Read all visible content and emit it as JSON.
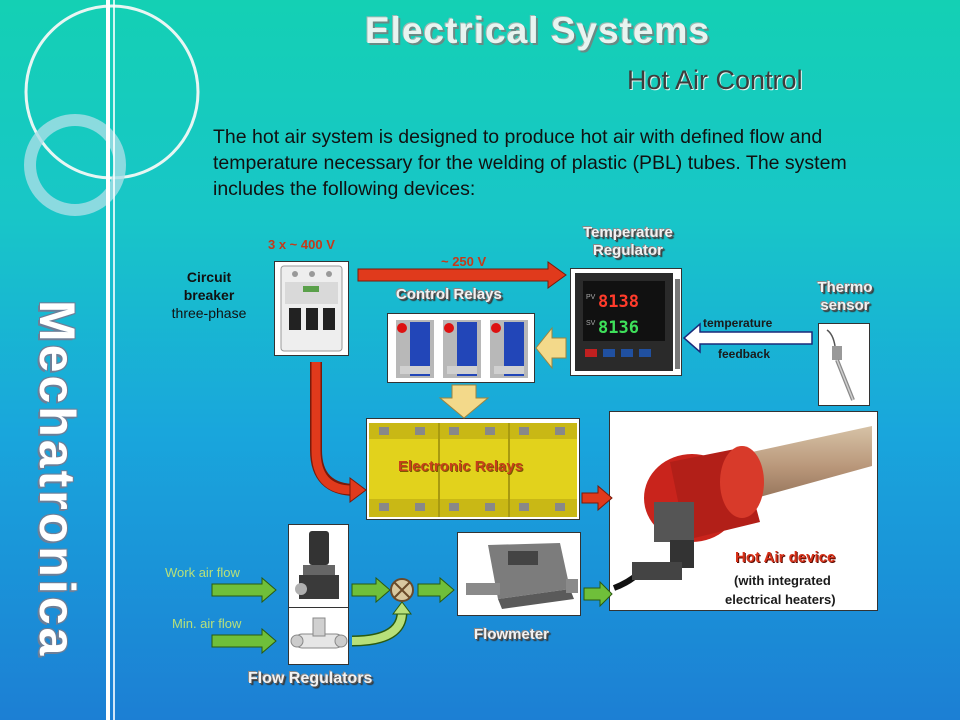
{
  "slide": {
    "title": "Electrical Systems",
    "subtitle": "Hot Air Control",
    "intro": "The hot air system is designed to produce hot air with defined flow and temperature necessary for the welding of plastic (PBL) tubes. The system includes the following devices:",
    "side_label": "Mechatronica"
  },
  "diagram": {
    "supply_voltage": "3 x ~ 400 V",
    "relay_voltage": "~ 250 V",
    "circuit_breaker": {
      "line1": "Circuit",
      "line2": "breaker",
      "line3": "three-phase"
    },
    "temperature_regulator": {
      "line1": "Temperature",
      "line2": "Regulator",
      "pv": "8138",
      "sv": "8136"
    },
    "control_relays": "Control Relays",
    "thermo_sensor": {
      "line1": "Thermo",
      "line2": "sensor"
    },
    "feedback": {
      "line1": "temperature",
      "line2": "feedback"
    },
    "electronic_relays": "Electronic Relays",
    "hot_air_device": {
      "title": "Hot  Air device",
      "line1": "(with integrated",
      "line2": "electrical heaters)"
    },
    "work_air_flow": "Work air flow",
    "min_air_flow": "Min. air flow",
    "flowmeter": "Flowmeter",
    "flow_regulators": "Flow Regulators"
  },
  "colors": {
    "arrow_red": "#e03a1c",
    "arrow_green": "#6fbf3a",
    "arrow_yellow": "#f3d98a",
    "heater_red": "#c9241c"
  }
}
